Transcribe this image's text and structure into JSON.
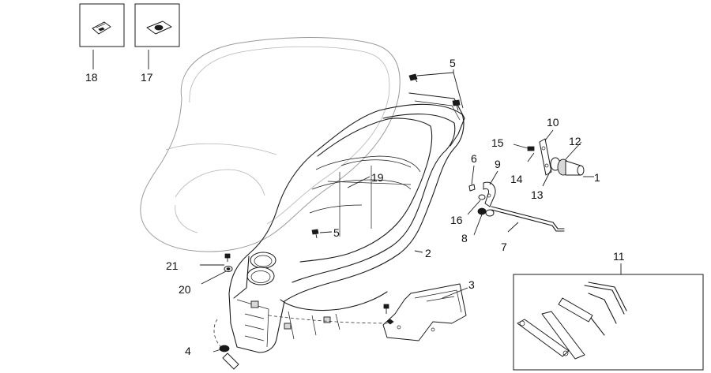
{
  "callouts": {
    "c1": "1",
    "c2": "2",
    "c3": "3",
    "c4": "4",
    "c5a": "5",
    "c5b": "5",
    "c6": "6",
    "c7": "7",
    "c8": "8",
    "c9": "9",
    "c10": "10",
    "c11": "11",
    "c12": "12",
    "c13": "13",
    "c14": "14",
    "c15": "15",
    "c16": "16",
    "c17": "17",
    "c18": "18",
    "c19": "19",
    "c20": "20",
    "c21": "21"
  }
}
